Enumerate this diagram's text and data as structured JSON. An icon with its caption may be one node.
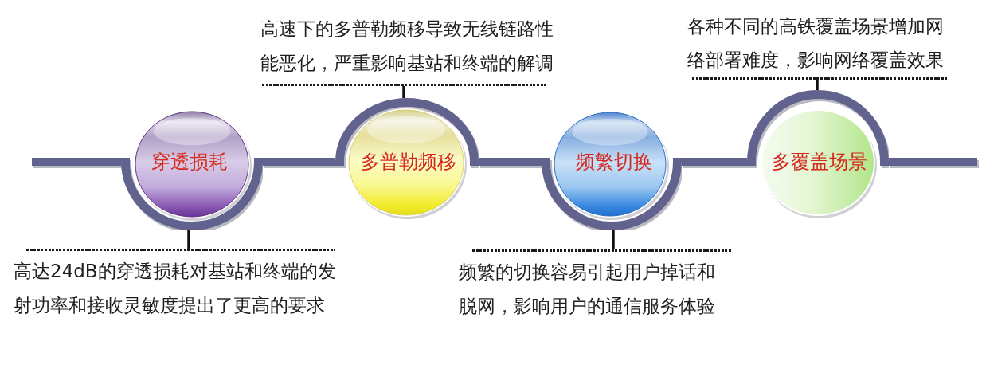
{
  "diagram": {
    "nodes": [
      {
        "text": [
          "穿透损耗"
        ]
      },
      {
        "text": [
          "多普勒频移"
        ]
      },
      {
        "text": [
          "频繁切换"
        ]
      },
      {
        "text": [
          "多覆盖场景"
        ]
      },
      {
        "text": [
          "高达24dB的穿透损耗对基站和终端的发射功率和接收灵敏度提出了更高的要求"
        ]
      },
      {
        "text": [
          "高速下的多普勒频移导致无线链路性能恶化，严重影响基站和终端的解调"
        ]
      },
      {
        "text": [
          "频繁的切换容易引起用户掉话和脱网，影响用户的通信服务体验"
        ]
      },
      {
        "text": [
          "各种不同的高铁覆盖场景增加网络部署难度，影响网络覆盖效果"
        ]
      }
    ],
    "edges": [
      {
        "from": null,
        "to": 0,
        "arrow": "none"
      },
      {
        "from": 0,
        "to": 1,
        "arrow": "none"
      },
      {
        "from": 1,
        "to": 2,
        "arrow": "none"
      },
      {
        "from": 2,
        "to": 3,
        "arrow": "none"
      },
      {
        "from": 3,
        "to": null,
        "arrow": "none"
      },
      {
        "from": 4,
        "to": 0,
        "arrow": "none",
        "color": "#111111"
      },
      {
        "from": 5,
        "to": 1,
        "arrow": "none",
        "color": "#111111"
      },
      {
        "from": 6,
        "to": 2,
        "arrow": "none",
        "color": "#111111"
      },
      {
        "from": 7,
        "to": 3,
        "arrow": "none",
        "color": "#111111"
      }
    ]
  }
}
